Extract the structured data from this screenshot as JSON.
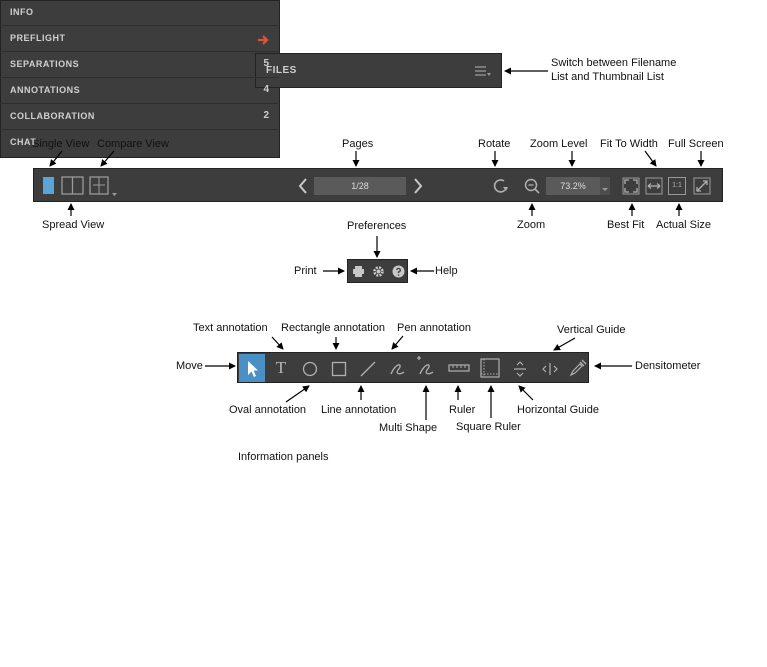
{
  "files_section": {
    "bar_title": "FILES",
    "callout_line1": "Switch between Filename",
    "callout_line2": "List and Thumbnail List"
  },
  "main_toolbar": {
    "labels": {
      "single_view": "Single View",
      "compare_view": "Compare View",
      "spread_view": "Spread View",
      "pages": "Pages",
      "rotate": "Rotate",
      "zoom_level": "Zoom Level",
      "fit_to_width": "Fit To Width",
      "full_screen": "Full Screen",
      "zoom": "Zoom",
      "best_fit": "Best Fit",
      "actual_size": "Actual Size"
    },
    "page_indicator": "1/28",
    "zoom_value": "73.2%",
    "actual_size_glyph": "1:1"
  },
  "preferences_section": {
    "labels": {
      "preferences": "Preferences",
      "print": "Print",
      "help": "Help"
    }
  },
  "annotation_toolbar": {
    "labels": {
      "text_annotation": "Text annotation",
      "rectangle_annotation": "Rectangle annotation",
      "pen_annotation": "Pen annotation",
      "vertical_guide": "Vertical Guide",
      "move": "Move",
      "densitometer": "Densitometer",
      "oval_annotation": "Oval annotation",
      "line_annotation": "Line annotation",
      "ruler": "Ruler",
      "horizontal_guide": "Horizontal Guide",
      "multi_shape": "Multi Shape",
      "square_ruler": "Square Ruler"
    },
    "text_tool_glyph": "T"
  },
  "info_panels": {
    "heading": "Information panels",
    "rows": [
      {
        "name": "INFO",
        "count": ""
      },
      {
        "name": "PREFLIGHT",
        "count": ""
      },
      {
        "name": "SEPARATIONS",
        "count": "5"
      },
      {
        "name": "ANNOTATIONS",
        "count": "4"
      },
      {
        "name": "COLLABORATION",
        "count": "2"
      },
      {
        "name": "CHAT",
        "count": ""
      }
    ],
    "preflight_status_color": "#e0533b"
  },
  "colors": {
    "toolbar_bg": "#3d3d3d",
    "active_tool": "#4a90c4",
    "single_view_icon": "#5ba4d8"
  }
}
